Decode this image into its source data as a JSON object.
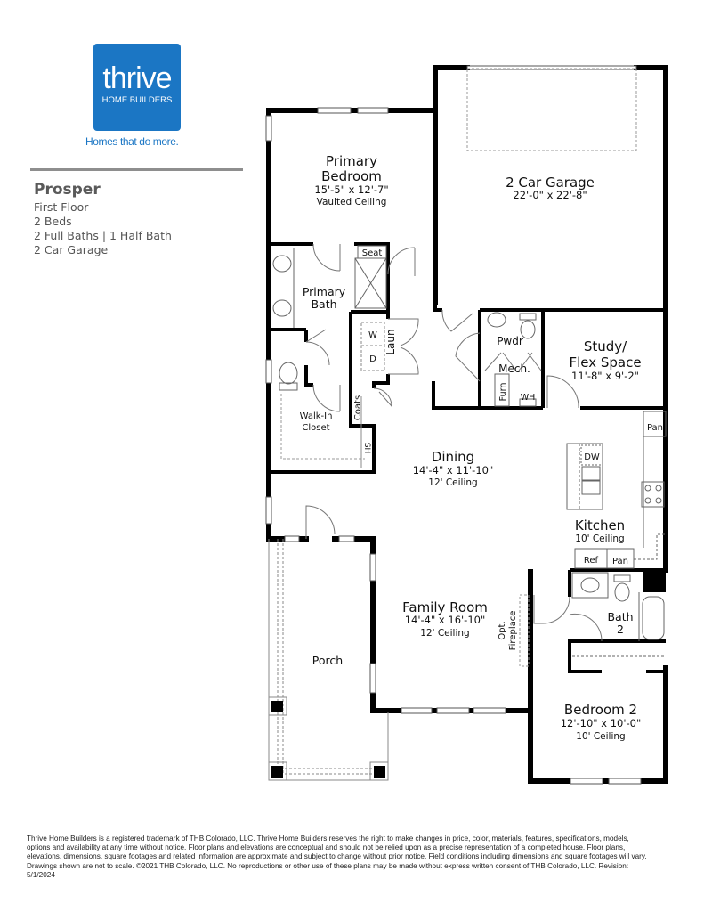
{
  "brand": {
    "logo_word": "thrive",
    "logo_sub": "HOME BUILDERS",
    "tagline": "Homes that do more.",
    "color": "#1b76c4"
  },
  "plan_info": {
    "name": "Prosper",
    "floor": "First Floor",
    "beds": "2 Beds",
    "baths": "2 Full Baths | 1 Half Bath",
    "garage": "2 Car Garage"
  },
  "rooms": {
    "primary_bedroom": {
      "name_line1": "Primary",
      "name_line2": "Bedroom",
      "dims": "15'-5\" x 12'-7\"",
      "ceiling": "Vaulted Ceiling"
    },
    "garage": {
      "name": "2 Car Garage",
      "dims": "22'-0\" x 22'-8\""
    },
    "primary_bath": {
      "name_line1": "Primary",
      "name_line2": "Bath"
    },
    "seat": "Seat",
    "laundry": {
      "name": "Laun",
      "washer": "W",
      "dryer": "D"
    },
    "walk_in_closet": {
      "name_line1": "Walk-In",
      "name_line2": "Closet"
    },
    "coats": "Coats",
    "shelf": "SH",
    "powder": "Pwdr",
    "mech": {
      "name": "Mech.",
      "furnace": "Furn",
      "water_heater": "WH"
    },
    "study": {
      "name_line1": "Study/",
      "name_line2": "Flex Space",
      "dims": "11'-8\" x 9'-2\""
    },
    "dining": {
      "name": "Dining",
      "dims": "14'-4\" x 11'-10\"",
      "ceiling": "12' Ceiling"
    },
    "kitchen": {
      "name": "Kitchen",
      "ceiling": "10' Ceiling",
      "dishwasher": "DW",
      "pantry_top": "Pan",
      "pantry_bottom": "Pan",
      "refrigerator": "Ref"
    },
    "family_room": {
      "name": "Family Room",
      "dims": "14'-4\" x 16'-10\"",
      "ceiling": "12' Ceiling"
    },
    "fireplace": {
      "line1": "Opt.",
      "line2": "Fireplace"
    },
    "bath2": {
      "name_line1": "Bath",
      "name_line2": "2"
    },
    "bedroom2": {
      "name": "Bedroom 2",
      "dims": "12'-10\" x 10'-0\"",
      "ceiling": "10' Ceiling"
    },
    "porch": {
      "name": "Porch"
    }
  },
  "disclaimer": "Thrive Home Builders is a registered trademark of THB Colorado, LLC. Thrive Home Builders reserves the right to make changes in price, color, materials, features, specifications, models, options and availability at any time without notice. Floor plans and elevations are conceptual and should not be relied upon as a precise representation of a completed house. Floor plans, elevations, dimensions, square footages and related information are approximate and subject to change without prior notice. Field conditions including dimensions and square footages will vary. Drawings shown are not to scale. ©2021 THB Colorado, LLC. No reproductions or other use of these plans may be made without express written consent of THB Colorado, LLC. Revision: 5/1/2024"
}
